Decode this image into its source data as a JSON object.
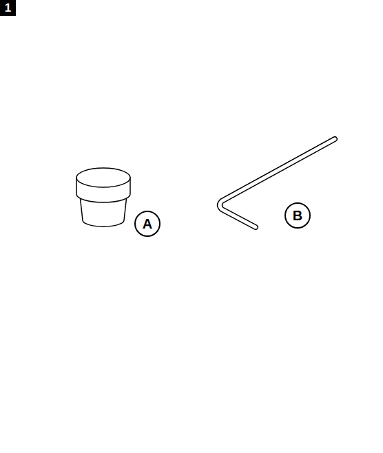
{
  "diagram": {
    "labels": [
      "1",
      "A",
      "B"
    ]
  }
}
